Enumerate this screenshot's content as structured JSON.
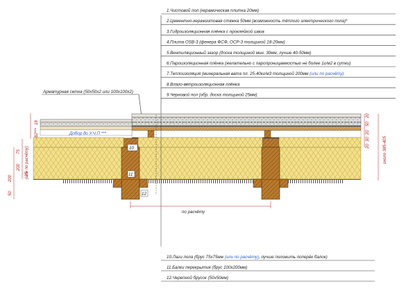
{
  "callouts_top": [
    {
      "num": "1.",
      "text": "Чистовой пол (керамическая плитка 20мм)",
      "extra": ""
    },
    {
      "num": "2.",
      "text": "Цементно-керамзитовая стяжка 50мм (возможность тёплого электрического пола)*",
      "extra": ""
    },
    {
      "num": "3.",
      "text": "Гидроизоляционная плёнка с проклейкой швов",
      "extra": ""
    },
    {
      "num": "4.",
      "text": "Плита OSB-3  (фенера ФСФ, ОСР-3 толщиной 18-20мм)",
      "extra": ""
    },
    {
      "num": "5.",
      "text": "Вентиляционный зазор (доска толщиной мин. 30мм, лучше 40-50мм)",
      "extra": ""
    },
    {
      "num": "6.",
      "text": "Пароизоляционная плёнка (желательно с паропроницаемостью не более 1г/м2 в сутки)",
      "extra": ""
    },
    {
      "num": "7.",
      "text": "Теплоизоляция (минеральная вата пл. 25-40кг/м3 толщиной 200мм",
      "extra": "(или по расчёту)"
    },
    {
      "num": "8.",
      "text": "Влаго-ветроизоляционная плёнка",
      "extra": ""
    },
    {
      "num": "9.",
      "text": "Черновой пол (обр. доска толщиной 25мм)",
      "extra": ""
    }
  ],
  "callouts_bottom": [
    {
      "num": "10.",
      "text": "Лаги пола (брус 75х75мм",
      "extra": "(или по расчёту)",
      "tail": ", лучше положить поперёк балок)"
    },
    {
      "num": "11.",
      "text": "Балки перекрытия (брус 100х200мм)",
      "extra": "",
      "tail": ""
    },
    {
      "num": "12.",
      "text": "Черепной брусок (50х50мм)",
      "extra": "",
      "tail": ""
    }
  ],
  "labels": {
    "rebar": "Арматурная сетка (50х50х2 или 100х100х2)",
    "addition": "Добор до У.Ч.П ***",
    "span": "по расчёту",
    "marker_left": "10",
    "marker_beam": "11",
    "marker_bottom": "12"
  },
  "dims_left_outer": [
    "200",
    "50",
    "25"
  ],
  "dims_left_inner": [
    "75",
    "200",
    "(или по расчёту)"
  ],
  "dims_top_left": [
    "18",
    "82***"
  ],
  "dims_right": [
    "20",
    "50",
    "20",
    "30",
    "20"
  ],
  "dim_right_total": "около 385-405",
  "colors": {
    "insulation": "#f2e08c",
    "wood": "#b87a2e",
    "wood_dark": "#6b4414",
    "red_dim": "#b02020",
    "blue_note": "#2a5bd7",
    "tile": "#e8e4dc",
    "screed": "#d8d8d8"
  }
}
